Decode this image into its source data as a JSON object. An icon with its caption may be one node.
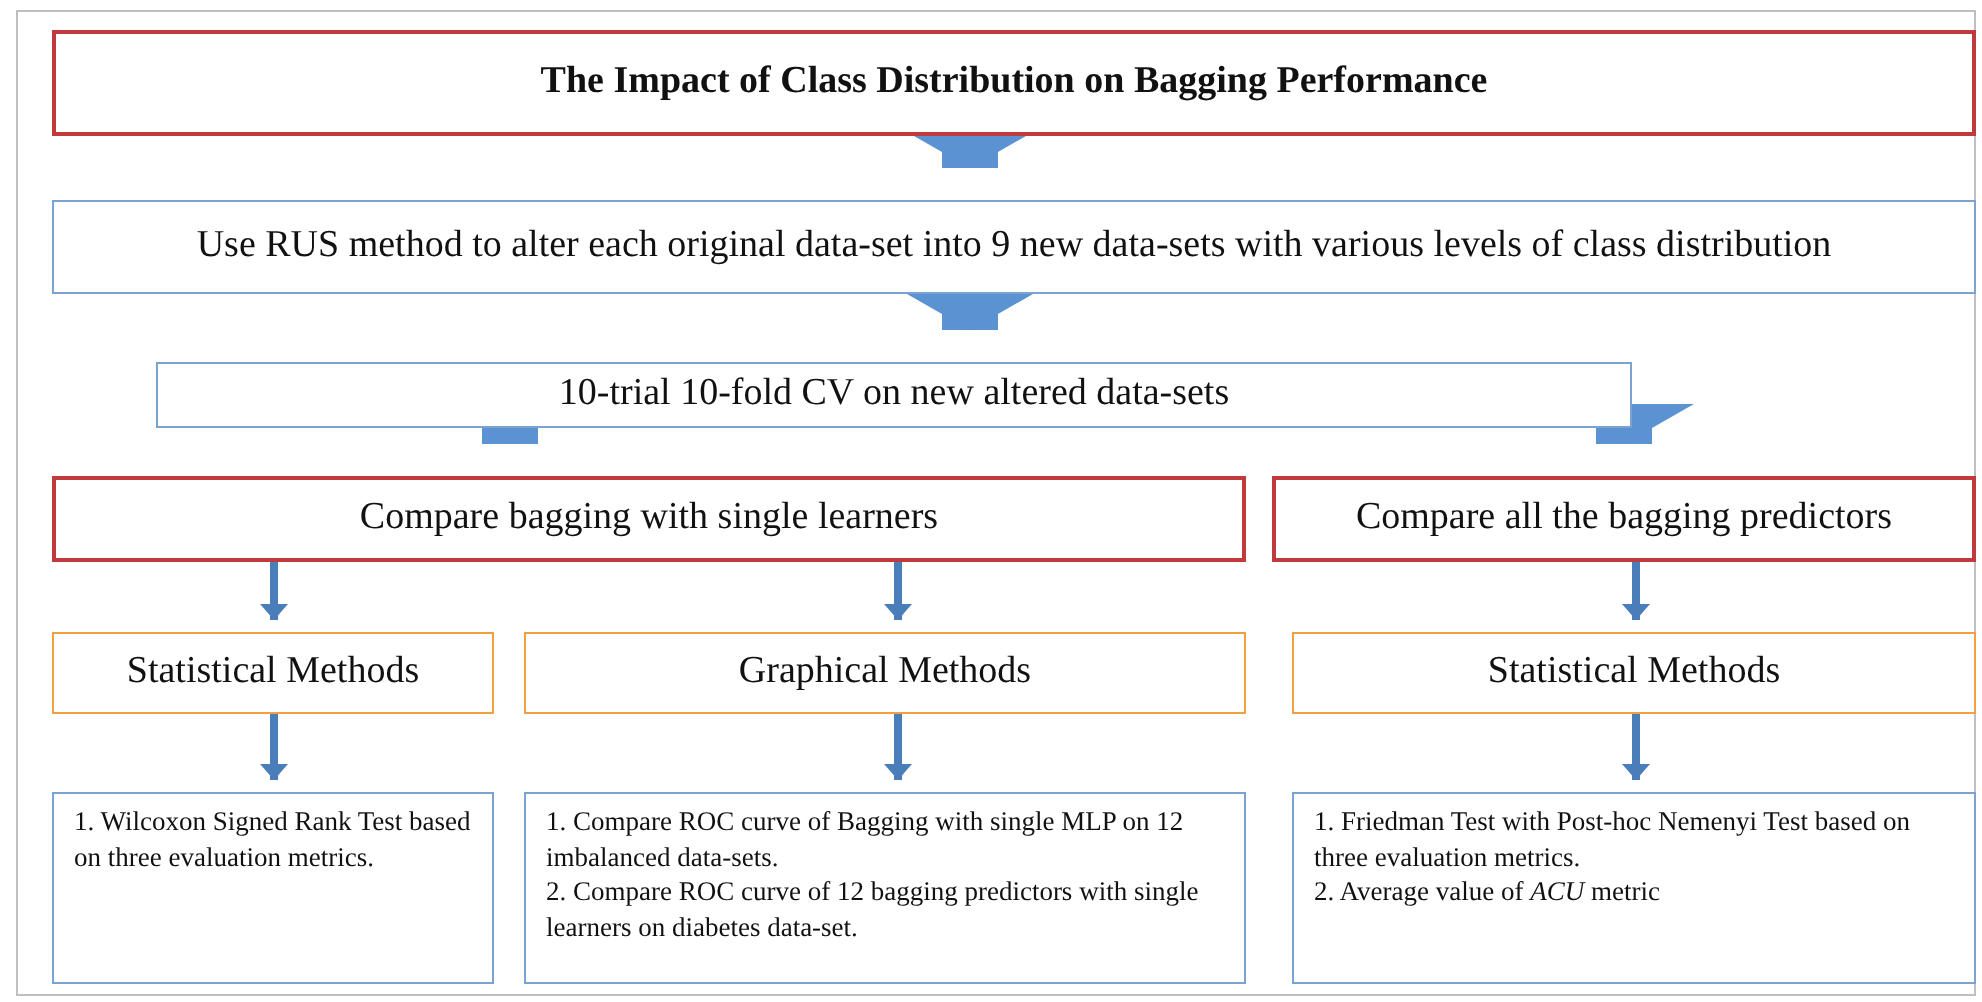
{
  "diagram": {
    "nodes": [
      {
        "text": [
          "The Impact of Class Distribution on Bagging Performance"
        ]
      },
      {
        "text": [
          "Use RUS method to alter each original data-set into 9 new data-sets with various levels of class distribution"
        ]
      },
      {
        "text": [
          "10-trial 10-fold CV on new altered data-sets"
        ]
      },
      {
        "text": [
          "Compare bagging with single learners"
        ]
      },
      {
        "text": [
          "Compare all the bagging predictors"
        ]
      },
      {
        "text": [
          "Statistical Methods"
        ]
      },
      {
        "text": [
          "Graphical Methods"
        ]
      },
      {
        "text": [
          "Statistical Methods"
        ]
      },
      {
        "text": [
          "1.  Wilcoxon Signed Rank Test based on three evaluation metrics."
        ]
      },
      {
        "text": [
          "1. Compare ROC curve of Bagging with single MLP on 12 imbalanced data-sets.",
          "2. Compare ROC curve of 12 bagging predictors with single learners on diabetes data-set."
        ]
      },
      {
        "text": [
          "1. Friedman Test with Post-hoc Nemenyi Test based on three evaluation metrics.",
          "2. Average value of *ACU* metric"
        ]
      }
    ],
    "edges": [
      {
        "from": 0,
        "to": 1,
        "arrow": "to",
        "style": "thick"
      },
      {
        "from": 1,
        "to": 2,
        "arrow": "to",
        "style": "thick"
      },
      {
        "from": 2,
        "to": 3,
        "arrow": "to",
        "style": "thick"
      },
      {
        "from": 2,
        "to": 4,
        "arrow": "to",
        "style": "thick"
      },
      {
        "from": 3,
        "to": 5,
        "arrow": "to"
      },
      {
        "from": 3,
        "to": 6,
        "arrow": "to"
      },
      {
        "from": 4,
        "to": 7,
        "arrow": "to"
      },
      {
        "from": 5,
        "to": 8,
        "arrow": "to"
      },
      {
        "from": 6,
        "to": 9,
        "arrow": "to"
      },
      {
        "from": 7,
        "to": 10,
        "arrow": "to"
      }
    ]
  }
}
